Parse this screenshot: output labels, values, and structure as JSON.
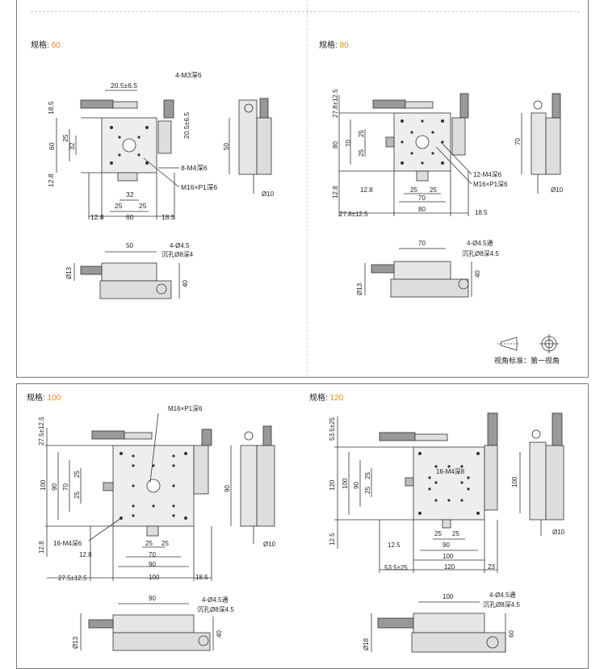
{
  "sections": [
    {
      "spec_label": "规格:",
      "spec_value": "60",
      "dims": [
        "20.5±6.5",
        "4-M3深6",
        "18.5",
        "25",
        "32",
        "60",
        "20.5±6.5",
        "8-M4深6",
        "12.8",
        "M16×P1深6",
        "12.8",
        "25",
        "25",
        "32",
        "60",
        "18.5",
        "50",
        "Ø10"
      ],
      "side_dims": [
        "50",
        "4-Ø4.5",
        "沉孔Ø8深4",
        "Ø13",
        "40"
      ]
    },
    {
      "spec_label": "规格:",
      "spec_value": "80",
      "dims": [
        "27.8±12.5",
        "80",
        "70",
        "25",
        "25",
        "12-M4深6",
        "M16×P1深6",
        "12.8",
        "12.8",
        "25",
        "25",
        "70",
        "27.8±12.5",
        "80",
        "18.5",
        "70",
        "Ø10"
      ],
      "side_dims": [
        "70",
        "4-Ø4.5通",
        "沉孔Ø8深4.5",
        "Ø13",
        "40"
      ]
    },
    {
      "spec_label": "规格:",
      "spec_value": "100",
      "dims": [
        "27.5±12.5",
        "M16×P1深6",
        "100",
        "90",
        "70",
        "25",
        "25",
        "16-M4深6",
        "12.8",
        "12.8",
        "25",
        "25",
        "70",
        "90",
        "27.5±12.5",
        "100",
        "18.5",
        "90",
        "Ø10"
      ],
      "side_dims": [
        "90",
        "4-Ø4.5通",
        "沉孔Ø8深4.5",
        "Ø13",
        "40"
      ]
    },
    {
      "spec_label": "规格:",
      "spec_value": "120",
      "dims": [
        "53.5±25",
        "120",
        "100",
        "90",
        "25",
        "25",
        "16-M4深8",
        "12.5",
        "12.5",
        "90",
        "25",
        "25",
        "100",
        "53.5±25",
        "120",
        "23",
        "100",
        "Ø10"
      ],
      "side_dims": [
        "100",
        "4-Ø4.5通",
        "沉孔Ø8深4.5",
        "Ø18",
        "60"
      ]
    }
  ],
  "view_standard": "视角标准：第一视角"
}
